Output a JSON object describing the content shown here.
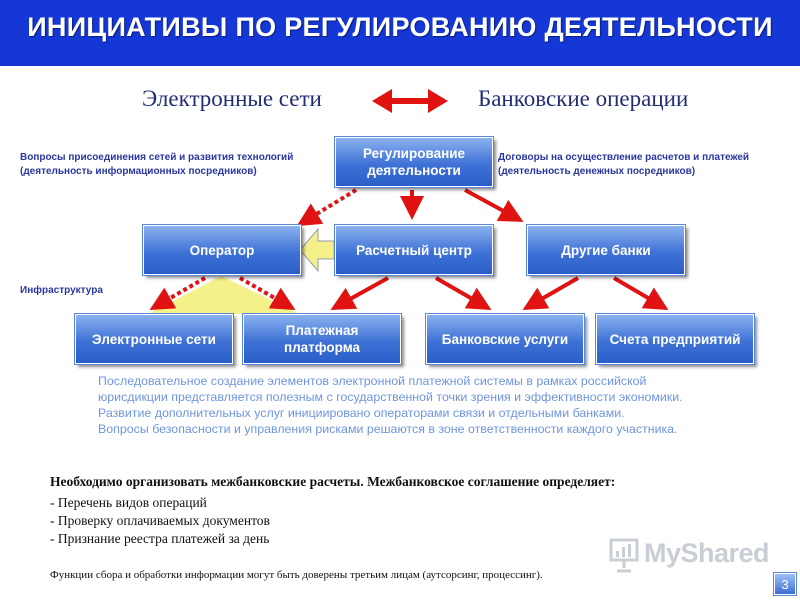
{
  "header": {
    "title": "ИНИЦИАТИВЫ ПО РЕГУЛИРОВАНИЮ ДЕЯТЕЛЬНОСТИ"
  },
  "top": {
    "left_label": "Электронные сети",
    "right_label": "Банковские операции"
  },
  "notes": {
    "left_line1": "Вопросы присоединения сетей и развития технологий",
    "left_line2": "(деятельность информационных посредников)",
    "right_line1": "Договоры на осуществление расчетов и платежей",
    "right_line2": "(деятельность денежных посредников)",
    "infrastructure": "Инфраструктура"
  },
  "boxes": {
    "regulation": "Регулирование\nдеятельности",
    "operator": "Оператор",
    "settlement_center": "Расчетный центр",
    "other_banks": "Другие банки",
    "e_networks": "Электронные сети",
    "payment_platform": "Платежная\nплатформа",
    "bank_services": "Банковские услуги",
    "enterprise_accounts": "Счета предприятий"
  },
  "description": [
    "Последовательное создание элементов электронной платежной системы в рамках российской",
    "юрисдикции представляется полезным с государственной точки зрения и эффективности экономики.",
    "Развитие дополнительных услуг инициировано операторами связи и отдельными банками.",
    "Вопросы безопасности и управления рисками решаются в зоне ответственности каждого участника."
  ],
  "bottom": {
    "title": "Необходимо организовать межбанковские расчеты. Межбанковское соглашение определяет:",
    "items": [
      "- Перечень видов операций",
      "- Проверку оплачиваемых документов",
      "- Признание реестра платежей за день"
    ],
    "footnote": "Функции сбора и обработки информации могут быть доверены третьим лицам (аутсорсинг, процессинг)."
  },
  "logo": {
    "text": "MyShared"
  },
  "page": {
    "number": "3"
  },
  "colors": {
    "header_bg": "#1537d6",
    "box_blue": "#3f72d6",
    "arrow_red": "#e01212",
    "triangle_yellow": "#f4f08a",
    "description_blue": "#6f94df"
  }
}
